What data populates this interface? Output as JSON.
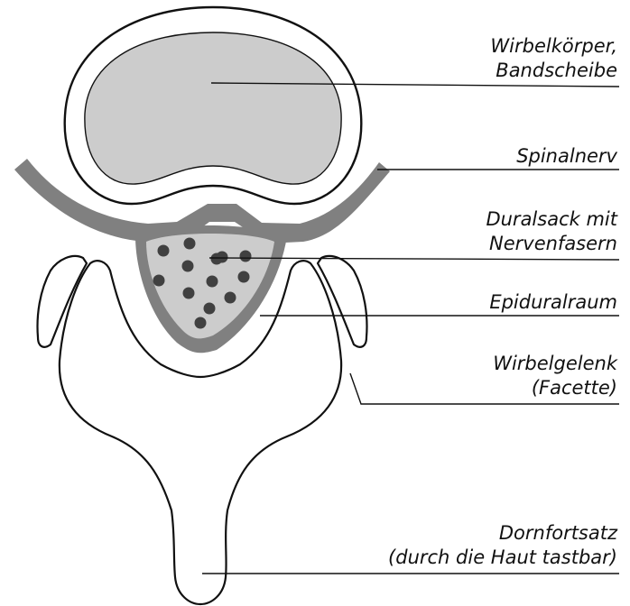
{
  "colors": {
    "outline": "#111111",
    "bone_fill": "#ffffff",
    "disc_fill": "#cccccc",
    "nerve_band": "#808080",
    "dural_fill": "#cccccc",
    "nerve_fibers": "#404040"
  },
  "labels": {
    "vertebral_body": {
      "line1": "Wirbelkörper,",
      "line2": "Bandscheibe"
    },
    "spinal_nerve": {
      "line1": "Spinalnerv"
    },
    "dural_sac": {
      "line1": "Duralsack mit",
      "line2": "Nervenfasern"
    },
    "epidural_space": {
      "line1": "Epiduralraum"
    },
    "facet_joint": {
      "line1": "Wirbelgelenk",
      "line2": "(Facette)"
    },
    "spinous_process": {
      "line1": "Dornfortsatz",
      "line2": "(durch die Haut tastbar)"
    }
  }
}
